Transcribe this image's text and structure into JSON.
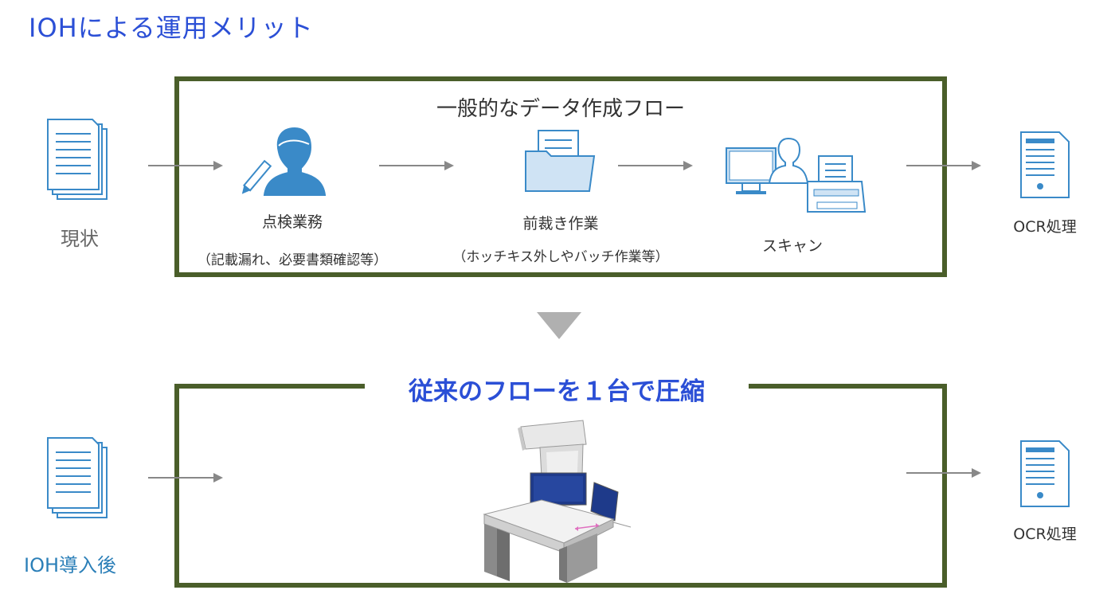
{
  "title": "IOHによる運用メリット",
  "top_section": {
    "frame_title": "一般的なデータ作成フロー",
    "left_label": "現状",
    "steps": [
      {
        "label": "点検業務",
        "sub": "（記載漏れ、必要書類確認等）",
        "icon": "person-pen-icon"
      },
      {
        "label": "前裁き作業",
        "sub": "（ホッチキス外しやバッチ作業等）",
        "icon": "folder-icon"
      },
      {
        "label": "スキャン",
        "sub": "",
        "icon": "scanner-operator-icon"
      }
    ],
    "right_label": "OCR処理"
  },
  "bottom_section": {
    "frame_title": "従来のフローを１台で圧縮",
    "left_label": "IOH導入後",
    "right_label": "OCR処理",
    "device_icon": "scanning-station-icon"
  },
  "colors": {
    "title_blue": "#2b4fd6",
    "frame_green": "#4a5e2a",
    "icon_blue": "#3a8ac8",
    "arrow_gray": "#888888",
    "down_triangle": "#b0b0b0"
  }
}
